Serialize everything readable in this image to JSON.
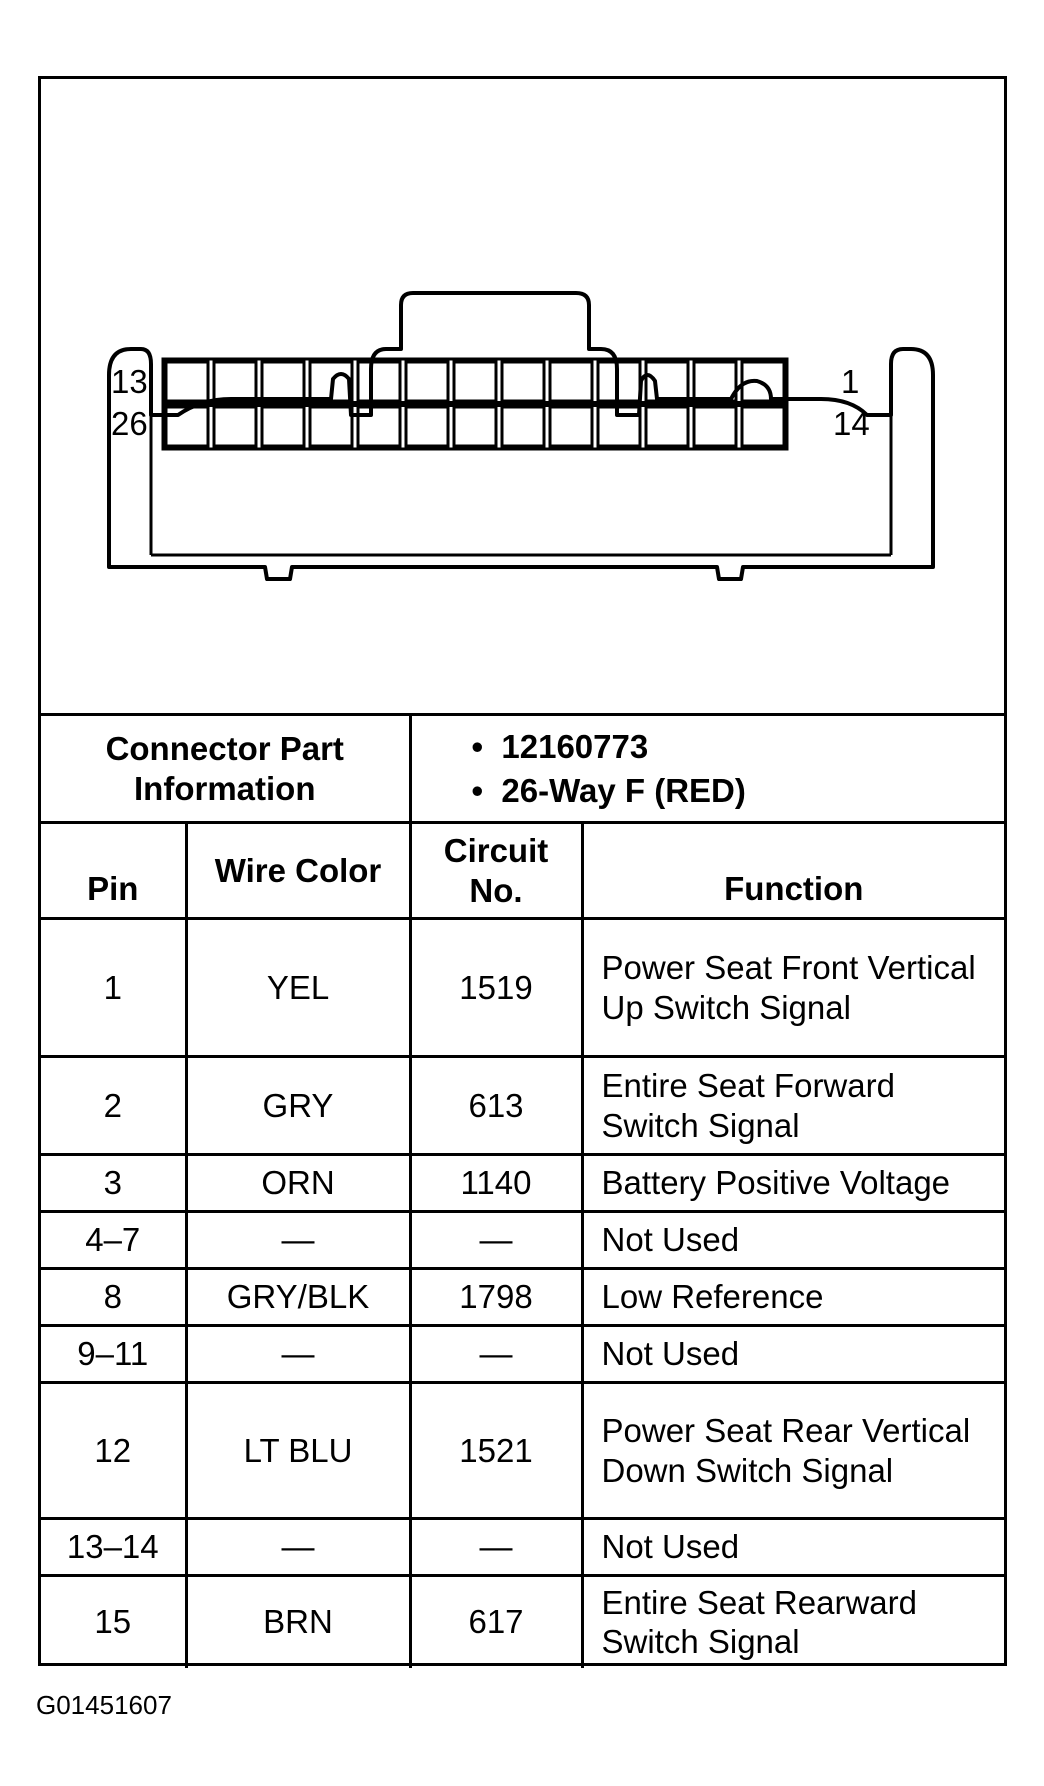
{
  "connector": {
    "pin_labels": {
      "top_left": "13",
      "bottom_left": "26",
      "top_right": "1",
      "bottom_right": "14"
    },
    "columns": 13
  },
  "part_info": {
    "label": "Connector Part Information",
    "items": [
      "12160773",
      "26-Way F (RED)"
    ]
  },
  "headers": {
    "pin": "Pin",
    "wire_color": "Wire Color",
    "circuit_no": "Circuit No.",
    "function": "Function"
  },
  "rows": [
    {
      "pin": "1",
      "color": "YEL",
      "circuit": "1519",
      "function": "Power Seat Front Vertical Up Switch Signal"
    },
    {
      "pin": "2",
      "color": "GRY",
      "circuit": "613",
      "function": "Entire Seat Forward Switch Signal"
    },
    {
      "pin": "3",
      "color": "ORN",
      "circuit": "1140",
      "function": "Battery Positive Voltage"
    },
    {
      "pin": "4–7",
      "color": "—",
      "circuit": "—",
      "function": "Not Used"
    },
    {
      "pin": "8",
      "color": "GRY/BLK",
      "circuit": "1798",
      "function": "Low Reference"
    },
    {
      "pin": "9–11",
      "color": "—",
      "circuit": "—",
      "function": "Not Used"
    },
    {
      "pin": "12",
      "color": "LT BLU",
      "circuit": "1521",
      "function": "Power Seat Rear Vertical Down Switch Signal"
    },
    {
      "pin": "13–14",
      "color": "—",
      "circuit": "—",
      "function": "Not Used"
    },
    {
      "pin": "15",
      "color": "BRN",
      "circuit": "617",
      "function": "Entire Seat Rearward Switch Signal"
    }
  ],
  "footer_id": "G01451607"
}
